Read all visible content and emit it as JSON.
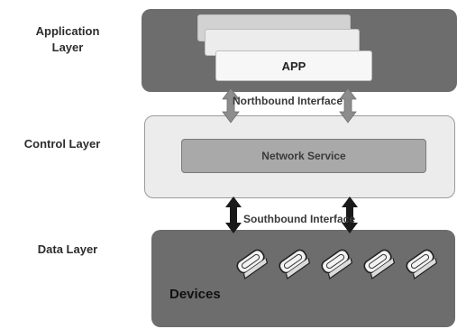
{
  "labels": {
    "application_layer": "Application\nLayer",
    "control_layer": "Control Layer",
    "data_layer": "Data Layer"
  },
  "app": {
    "card_label": "APP"
  },
  "interfaces": {
    "northbound": "Northbound Interface",
    "southbound": "Southbound Interface"
  },
  "control": {
    "service_label": "Network Service"
  },
  "data": {
    "devices_label": "Devices",
    "device_icons": [
      "switch-icon",
      "switch-icon",
      "switch-icon",
      "switch-icon",
      "switch-icon"
    ]
  },
  "colors": {
    "dark_layer": "#6d6d6d",
    "control_layer": "#ececec",
    "network_service": "#a9a9a9",
    "northbound_arrow": "#8c8c8c",
    "southbound_arrow": "#1a1a1a"
  }
}
